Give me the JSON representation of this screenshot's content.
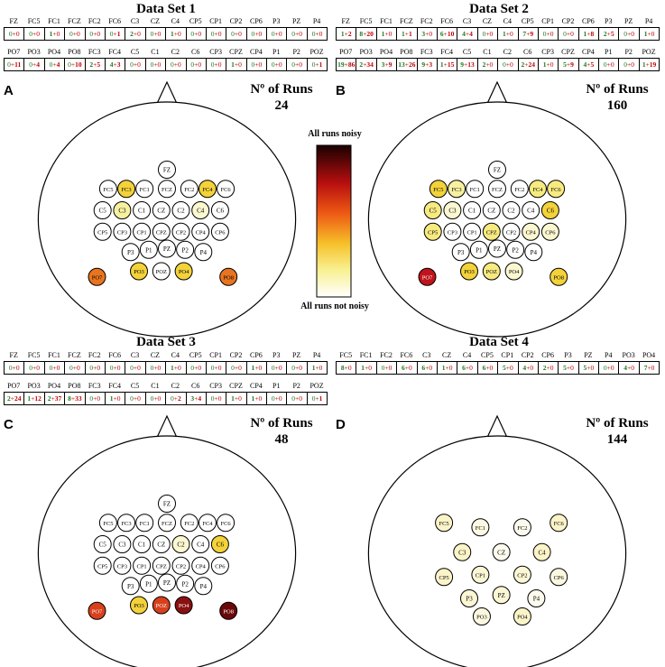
{
  "colorbar": {
    "top_label": "All runs noisy",
    "bottom_label": "All runs not noisy"
  },
  "panels": [
    {
      "letter": "A",
      "title": "Data Set 1",
      "runs_label": "Nº of Runs",
      "runs": "24",
      "table_rows": [
        {
          "headers": [
            "FZ",
            "FC5",
            "FC1",
            "FCZ",
            "FC2",
            "FC6",
            "C3",
            "CZ",
            "C4",
            "CP5",
            "CP1",
            "CP2",
            "CP6",
            "P3",
            "PZ",
            "P4"
          ],
          "values": [
            "0+0",
            "0+0",
            "1+0",
            "0+0",
            "0+0",
            "0+1",
            "2+0",
            "0+0",
            "1+0",
            "0+0",
            "0+0",
            "0+0",
            "0+0",
            "0+0",
            "0+0",
            "0+0"
          ]
        },
        {
          "headers": [
            "PO7",
            "PO3",
            "PO4",
            "PO8",
            "FC3",
            "FC4",
            "C5",
            "C1",
            "C2",
            "C6",
            "CP3",
            "CPZ",
            "CP4",
            "P1",
            "P2",
            "POZ"
          ],
          "values": [
            "0+11",
            "0+4",
            "0+4",
            "0+10",
            "2+5",
            "4+3",
            "0+0",
            "0+0",
            "0+0",
            "0+0",
            "0+0",
            "1+0",
            "0+0",
            "0+0",
            "0+0",
            "0+1"
          ]
        }
      ],
      "electrodes": [
        {
          "label": "FZ",
          "color": "#ffffff"
        },
        {
          "label": "FC5",
          "color": "#ffffff"
        },
        {
          "label": "FC3",
          "color": "#f3d23a"
        },
        {
          "label": "FC1",
          "color": "#ffffff"
        },
        {
          "label": "FCZ",
          "color": "#ffffff"
        },
        {
          "label": "FC2",
          "color": "#ffffff"
        },
        {
          "label": "FC4",
          "color": "#f3d23a"
        },
        {
          "label": "FC6",
          "color": "#ffffff"
        },
        {
          "label": "C5",
          "color": "#ffffff"
        },
        {
          "label": "C3",
          "color": "#f7f0a0"
        },
        {
          "label": "C1",
          "color": "#ffffff"
        },
        {
          "label": "CZ",
          "color": "#ffffff"
        },
        {
          "label": "C2",
          "color": "#ffffff"
        },
        {
          "label": "C4",
          "color": "#fbf7d0"
        },
        {
          "label": "C6",
          "color": "#ffffff"
        },
        {
          "label": "CP5",
          "color": "#ffffff"
        },
        {
          "label": "CP3",
          "color": "#ffffff"
        },
        {
          "label": "CP1",
          "color": "#ffffff"
        },
        {
          "label": "CPZ",
          "color": "#ffffff"
        },
        {
          "label": "CP2",
          "color": "#ffffff"
        },
        {
          "label": "CP4",
          "color": "#ffffff"
        },
        {
          "label": "CP6",
          "color": "#ffffff"
        },
        {
          "label": "P3",
          "color": "#ffffff"
        },
        {
          "label": "P1",
          "color": "#ffffff"
        },
        {
          "label": "PZ",
          "color": "#ffffff"
        },
        {
          "label": "P2",
          "color": "#ffffff"
        },
        {
          "label": "P4",
          "color": "#ffffff"
        },
        {
          "label": "PO7",
          "color": "#e8741f"
        },
        {
          "label": "PO3",
          "color": "#f3d23a"
        },
        {
          "label": "POZ",
          "color": "#ffffff"
        },
        {
          "label": "PO4",
          "color": "#f3d23a"
        },
        {
          "label": "PO8",
          "color": "#e8741f"
        }
      ]
    },
    {
      "letter": "B",
      "title": "Data Set 2",
      "runs_label": "Nº of Runs",
      "runs": "160",
      "table_rows": [
        {
          "headers": [
            "FZ",
            "FC5",
            "FC1",
            "FCZ",
            "FC2",
            "FC6",
            "C3",
            "CZ",
            "C4",
            "CP5",
            "CP1",
            "CP2",
            "CP6",
            "P3",
            "PZ",
            "P4"
          ],
          "values": [
            "1+2",
            "8+20",
            "1+0",
            "1+1",
            "3+0",
            "6+10",
            "4+4",
            "0+0",
            "1+0",
            "7+9",
            "0+0",
            "0+0",
            "1+8",
            "2+5",
            "0+0",
            "1+0"
          ]
        },
        {
          "headers": [
            "PO7",
            "PO3",
            "PO4",
            "PO8",
            "FC3",
            "FC4",
            "C5",
            "C1",
            "C2",
            "C6",
            "CP3",
            "CPZ",
            "CP4",
            "P1",
            "P2",
            "POZ"
          ],
          "values": [
            "19+86",
            "2+34",
            "3+9",
            "13+26",
            "9+3",
            "1+15",
            "9+13",
            "2+0",
            "0+0",
            "2+24",
            "1+0",
            "5+9",
            "4+5",
            "0+0",
            "0+0",
            "1+19"
          ]
        }
      ],
      "electrodes": [
        {
          "label": "FZ",
          "color": "#ffffff"
        },
        {
          "label": "FC5",
          "color": "#f3d23a"
        },
        {
          "label": "FC3",
          "color": "#f7f0a0"
        },
        {
          "label": "FC1",
          "color": "#ffffff"
        },
        {
          "label": "FCZ",
          "color": "#ffffff"
        },
        {
          "label": "FC2",
          "color": "#ffffff"
        },
        {
          "label": "FC4",
          "color": "#f7ea80"
        },
        {
          "label": "FC6",
          "color": "#f7ea80"
        },
        {
          "label": "C5",
          "color": "#f7ea80"
        },
        {
          "label": "C3",
          "color": "#fbf7d0"
        },
        {
          "label": "C1",
          "color": "#ffffff"
        },
        {
          "label": "CZ",
          "color": "#ffffff"
        },
        {
          "label": "C2",
          "color": "#ffffff"
        },
        {
          "label": "C4",
          "color": "#ffffff"
        },
        {
          "label": "C6",
          "color": "#f3d23a"
        },
        {
          "label": "CP5",
          "color": "#f7ea80"
        },
        {
          "label": "CP3",
          "color": "#ffffff"
        },
        {
          "label": "CP1",
          "color": "#ffffff"
        },
        {
          "label": "CPZ",
          "color": "#f7ea80"
        },
        {
          "label": "CP2",
          "color": "#ffffff"
        },
        {
          "label": "CP4",
          "color": "#fbf7d0"
        },
        {
          "label": "CP6",
          "color": "#fbf7d0"
        },
        {
          "label": "P3",
          "color": "#ffffff"
        },
        {
          "label": "P1",
          "color": "#ffffff"
        },
        {
          "label": "PZ",
          "color": "#ffffff"
        },
        {
          "label": "P2",
          "color": "#ffffff"
        },
        {
          "label": "P4",
          "color": "#ffffff"
        },
        {
          "label": "PO7",
          "color": "#c0141c"
        },
        {
          "label": "PO3",
          "color": "#f3d23a"
        },
        {
          "label": "POZ",
          "color": "#f7ea80"
        },
        {
          "label": "PO4",
          "color": "#fbf7d0"
        },
        {
          "label": "PO8",
          "color": "#f3d23a"
        }
      ]
    },
    {
      "letter": "C",
      "title": "Data Set 3",
      "runs_label": "Nº of Runs",
      "runs": "48",
      "table_rows": [
        {
          "headers": [
            "FZ",
            "FC5",
            "FC1",
            "FCZ",
            "FC2",
            "FC6",
            "C3",
            "CZ",
            "C4",
            "CP5",
            "CP1",
            "CP2",
            "CP6",
            "P3",
            "PZ",
            "P4"
          ],
          "values": [
            "0+0",
            "0+0",
            "0+0",
            "0+0",
            "0+0",
            "0+0",
            "0+0",
            "0+0",
            "1+0",
            "0+0",
            "0+0",
            "0+0",
            "1+0",
            "0+0",
            "0+0",
            "1+0"
          ]
        },
        {
          "headers": [
            "PO7",
            "PO3",
            "PO4",
            "PO8",
            "FC3",
            "FC4",
            "C5",
            "C1",
            "C2",
            "C6",
            "CP3",
            "CPZ",
            "CP4",
            "P1",
            "P2",
            "POZ"
          ],
          "values": [
            "2+24",
            "1+12",
            "2+37",
            "8+33",
            "0+0",
            "1+0",
            "0+0",
            "0+0",
            "0+2",
            "3+4",
            "0+0",
            "1+0",
            "1+0",
            "0+0",
            "0+0",
            "0+1"
          ]
        }
      ],
      "electrodes": [
        {
          "label": "FZ",
          "color": "#ffffff"
        },
        {
          "label": "FC5",
          "color": "#ffffff"
        },
        {
          "label": "FC3",
          "color": "#ffffff"
        },
        {
          "label": "FC1",
          "color": "#ffffff"
        },
        {
          "label": "FCZ",
          "color": "#ffffff"
        },
        {
          "label": "FC2",
          "color": "#ffffff"
        },
        {
          "label": "FC4",
          "color": "#ffffff"
        },
        {
          "label": "FC6",
          "color": "#ffffff"
        },
        {
          "label": "C5",
          "color": "#ffffff"
        },
        {
          "label": "C3",
          "color": "#ffffff"
        },
        {
          "label": "C1",
          "color": "#ffffff"
        },
        {
          "label": "CZ",
          "color": "#ffffff"
        },
        {
          "label": "C2",
          "color": "#fbf7d0"
        },
        {
          "label": "C4",
          "color": "#ffffff"
        },
        {
          "label": "C6",
          "color": "#f3d23a"
        },
        {
          "label": "CP5",
          "color": "#ffffff"
        },
        {
          "label": "CP3",
          "color": "#ffffff"
        },
        {
          "label": "CP1",
          "color": "#ffffff"
        },
        {
          "label": "CPZ",
          "color": "#ffffff"
        },
        {
          "label": "CP2",
          "color": "#ffffff"
        },
        {
          "label": "CP4",
          "color": "#ffffff"
        },
        {
          "label": "CP6",
          "color": "#ffffff"
        },
        {
          "label": "P3",
          "color": "#ffffff"
        },
        {
          "label": "P1",
          "color": "#ffffff"
        },
        {
          "label": "PZ",
          "color": "#ffffff"
        },
        {
          "label": "P2",
          "color": "#ffffff"
        },
        {
          "label": "P4",
          "color": "#ffffff"
        },
        {
          "label": "PO7",
          "color": "#d8401c"
        },
        {
          "label": "PO3",
          "color": "#f3d23a"
        },
        {
          "label": "POZ",
          "color": "#d8401c"
        },
        {
          "label": "PO4",
          "color": "#8a1010"
        },
        {
          "label": "PO8",
          "color": "#6a0808"
        }
      ]
    },
    {
      "letter": "D",
      "title": "Data Set 4",
      "runs_label": "Nº of Runs",
      "runs": "144",
      "table_rows": [
        {
          "headers": [
            "FC5",
            "FC1",
            "FC2",
            "FC6",
            "C3",
            "CZ",
            "C4",
            "CP5",
            "CP1",
            "CP2",
            "CP6",
            "P3",
            "PZ",
            "P4",
            "PO3",
            "PO4"
          ],
          "values": [
            "8+0",
            "1+0",
            "0+0",
            "6+0",
            "6+0",
            "1+0",
            "6+0",
            "6+0",
            "5+0",
            "4+0",
            "2+0",
            "5+0",
            "5+0",
            "0+0",
            "4+0",
            "7+0"
          ]
        }
      ],
      "electrodes": [
        {
          "label": "FC5",
          "color": "#fbf4c8"
        },
        {
          "label": "FC1",
          "color": "#fdf9e2"
        },
        {
          "label": "FC2",
          "color": "#fdfbee"
        },
        {
          "label": "FC6",
          "color": "#fbf4c8"
        },
        {
          "label": "C3",
          "color": "#fbf4c8"
        },
        {
          "label": "CZ",
          "color": "#fdfbee"
        },
        {
          "label": "C4",
          "color": "#fbf4c8"
        },
        {
          "label": "CP5",
          "color": "#fbf4c8"
        },
        {
          "label": "CP1",
          "color": "#fbf6d4"
        },
        {
          "label": "CP2",
          "color": "#fbf6d4"
        },
        {
          "label": "CP6",
          "color": "#fcf8e0"
        },
        {
          "label": "P3",
          "color": "#fbf6d4"
        },
        {
          "label": "PZ",
          "color": "#fbf6d4"
        },
        {
          "label": "P4",
          "color": "#fdfbee"
        },
        {
          "label": "PO3",
          "color": "#fcf8e0"
        },
        {
          "label": "PO4",
          "color": "#fbf4c8"
        }
      ]
    }
  ]
}
